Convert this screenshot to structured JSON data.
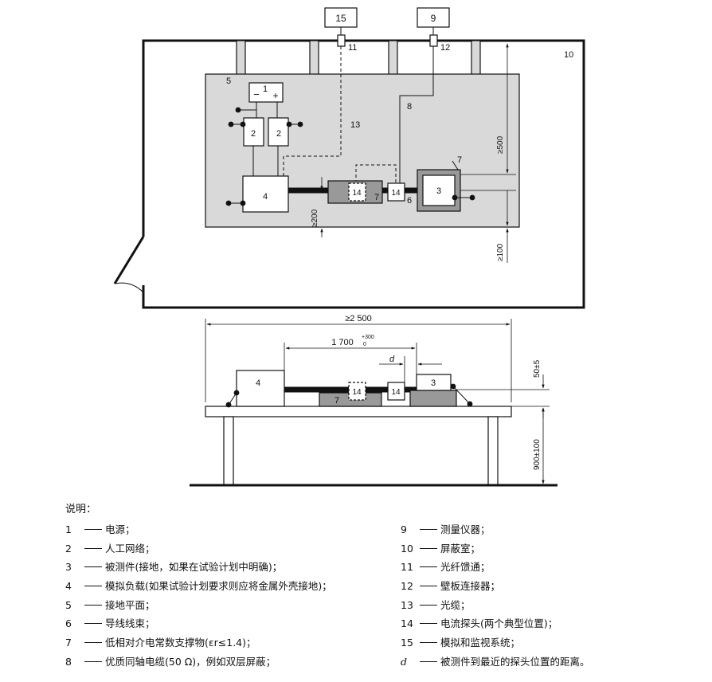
{
  "diagram": {
    "top_view": {
      "boxes": {
        "b1": "1",
        "b1_minus": "−",
        "b1_plus": "+",
        "b2a": "2",
        "b2b": "2",
        "b3": "3",
        "b4": "4",
        "b9": "9",
        "b15": "15",
        "b14a": "14",
        "b14b": "14"
      },
      "callouts": {
        "c5": "5",
        "c6": "6",
        "c7a": "7",
        "c7b": "7",
        "c8": "8",
        "c10": "10",
        "c11": "11",
        "c12": "12",
        "c13": "13"
      },
      "dims": {
        "d500": "≥500",
        "d200": "≥200",
        "d100": "≥100"
      }
    },
    "side_view": {
      "boxes": {
        "b4": "4",
        "b3": "3",
        "b7": "7",
        "b14a": "14",
        "b14b": "14"
      },
      "dims": {
        "overall": "≥2 500",
        "cable": "1 700",
        "cable_tol_upper": "+300",
        "cable_tol_lower": "0",
        "d": "d",
        "height_50": "50±5",
        "height_900": "900±100"
      }
    }
  },
  "legend": {
    "title": "说明：",
    "left": [
      {
        "num": "1",
        "text": "电源；"
      },
      {
        "num": "2",
        "text": "人工网络；"
      },
      {
        "num": "3",
        "text": "被测件(接地，如果在试验计划中明确)；"
      },
      {
        "num": "4",
        "text": "模拟负载(如果试验计划要求则应将金属外壳接地)；"
      },
      {
        "num": "5",
        "text": "接地平面；"
      },
      {
        "num": "6",
        "text": "导线线束；"
      },
      {
        "num": "7",
        "text": "低相对介电常数支撑物(εr≤1.4)；"
      },
      {
        "num": "8",
        "text": "优质同轴电缆(50 Ω)，例如双层屏蔽；"
      }
    ],
    "right": [
      {
        "num": "9",
        "text": "测量仪器；"
      },
      {
        "num": "10",
        "text": "屏蔽室；"
      },
      {
        "num": "11",
        "text": "光纤馈通；"
      },
      {
        "num": "12",
        "text": "壁板连接器；"
      },
      {
        "num": "13",
        "text": "光缆；"
      },
      {
        "num": "14",
        "text": "电流探头(两个典型位置)；"
      },
      {
        "num": "15",
        "text": "模拟和监视系统；"
      },
      {
        "num": "d",
        "text": "被测件到最近的探头位置的距离。"
      }
    ]
  }
}
